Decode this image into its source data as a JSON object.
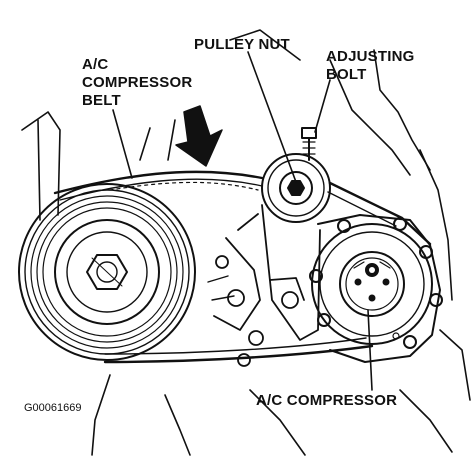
{
  "labels": {
    "ac_belt_line1": "A/C",
    "ac_belt_line2": "COMPRESSOR",
    "ac_belt_line3": "BELT",
    "pulley_nut": "PULLEY NUT",
    "adjusting_line1": "ADJUSTING",
    "adjusting_line2": "BOLT",
    "ac_compressor": "A/C COMPRESSOR"
  },
  "figure_code": "G00061669",
  "colors": {
    "ink": "#111111",
    "paper": "#ffffff"
  }
}
